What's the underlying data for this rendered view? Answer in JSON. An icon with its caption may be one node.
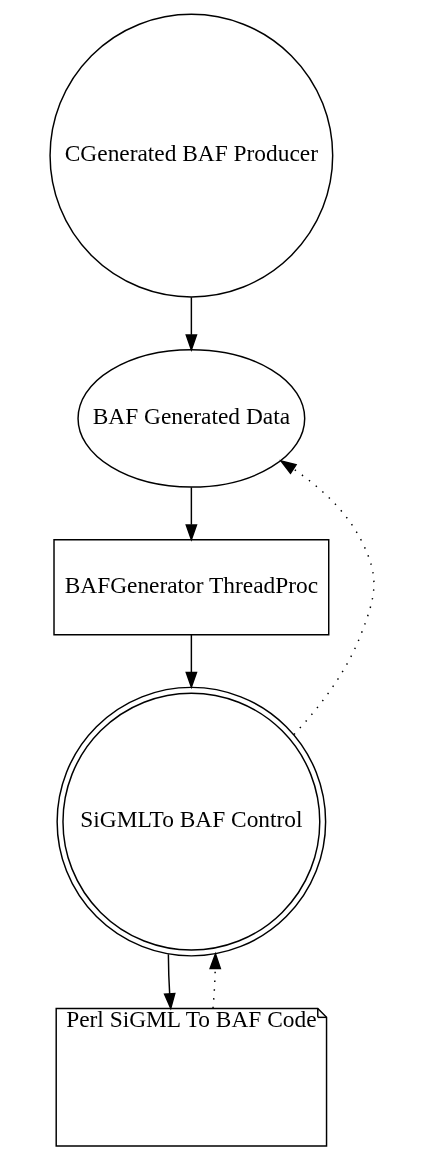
{
  "diagram": {
    "nodes": [
      {
        "text": [
          "CGenerated BAF Producer"
        ]
      },
      {
        "text": [
          "BAF Generated Data"
        ]
      },
      {
        "text": [
          "BAFGenerator ThreadProc"
        ]
      },
      {
        "text": [
          "SiGMLTo BAF Control"
        ]
      },
      {
        "text": [
          "Perl SiGML To BAF Code"
        ]
      }
    ],
    "edges": [
      {
        "from": 0,
        "to": 1,
        "arrow": "to"
      },
      {
        "from": 1,
        "to": 2,
        "arrow": "to"
      },
      {
        "from": 2,
        "to": 3,
        "arrow": "to"
      },
      {
        "from": 3,
        "to": 4,
        "arrow": "to"
      },
      {
        "from": 3,
        "to": 1,
        "arrow": "to",
        "style": "dashed"
      },
      {
        "from": 4,
        "to": 3,
        "arrow": "to",
        "style": "dashed"
      }
    ]
  }
}
